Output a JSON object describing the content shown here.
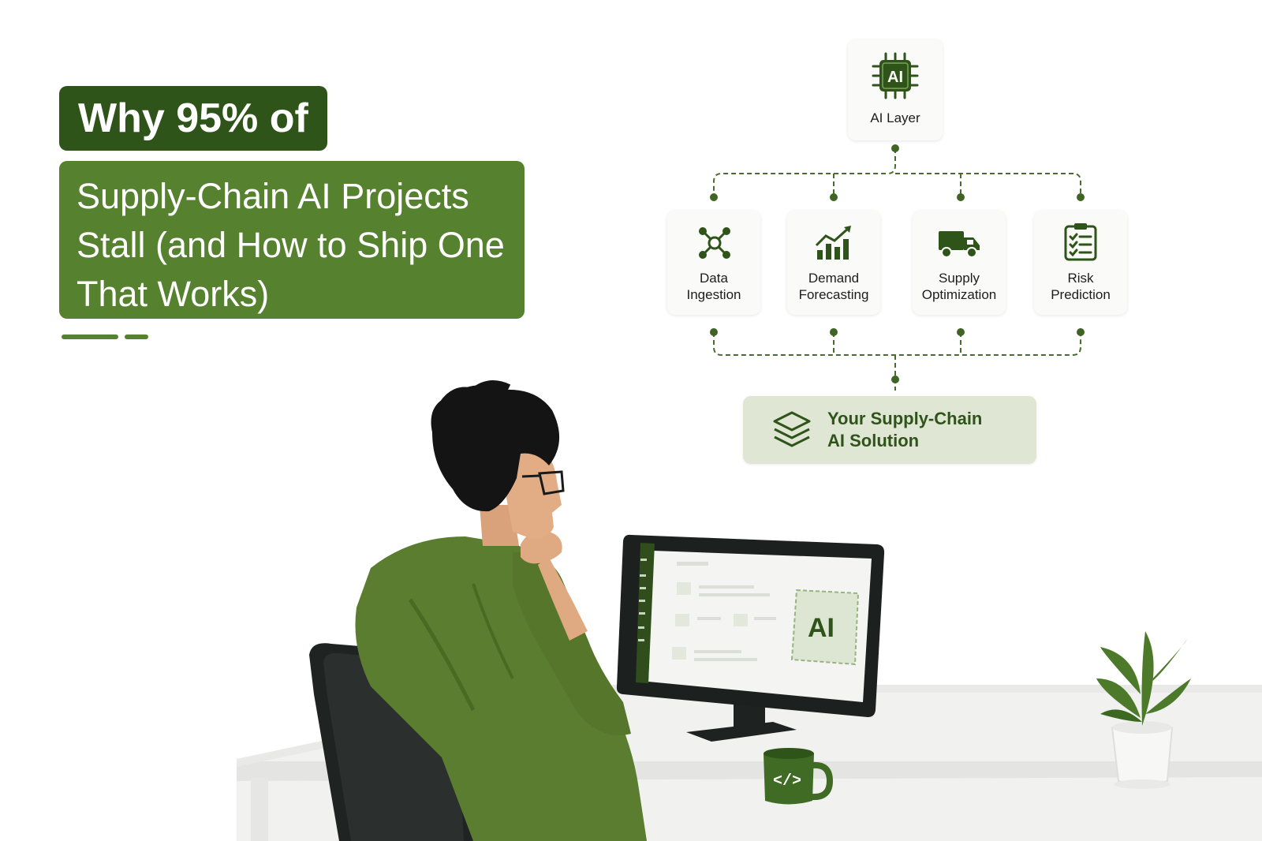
{
  "headline": {
    "line1": "Why 95% of",
    "line2": "Supply-Chain AI Projects",
    "line3": "Stall (and How to Ship One",
    "line4": "That Works)"
  },
  "diagram": {
    "top_node": {
      "label": "AI Layer",
      "icon": "ai-chip-icon",
      "chip_text": "AI"
    },
    "capabilities": [
      {
        "label_line1": "Data",
        "label_line2": "Ingestion",
        "icon": "network-nodes-icon"
      },
      {
        "label_line1": "Demand",
        "label_line2": "Forecasting",
        "icon": "bar-chart-trend-icon"
      },
      {
        "label_line1": "Supply",
        "label_line2": "Optimization",
        "icon": "delivery-truck-icon"
      },
      {
        "label_line1": "Risk",
        "label_line2": "Prediction",
        "icon": "clipboard-checklist-icon"
      }
    ],
    "result_node": {
      "line1": "Your Supply-Chain",
      "line2": "AI Solution",
      "icon": "layers-stack-icon"
    }
  },
  "illustration": {
    "monitor_badge": "AI",
    "mug_symbol": "</>",
    "elements": [
      "person-at-desk",
      "monitor",
      "coffee-mug",
      "potted-plant",
      "office-chair"
    ]
  },
  "colors": {
    "dark_green": "#2f5419",
    "mid_green": "#56812f",
    "light_green": "#dfe6d4",
    "connector": "#4a6b2e",
    "shirt": "#5b7d2f"
  }
}
